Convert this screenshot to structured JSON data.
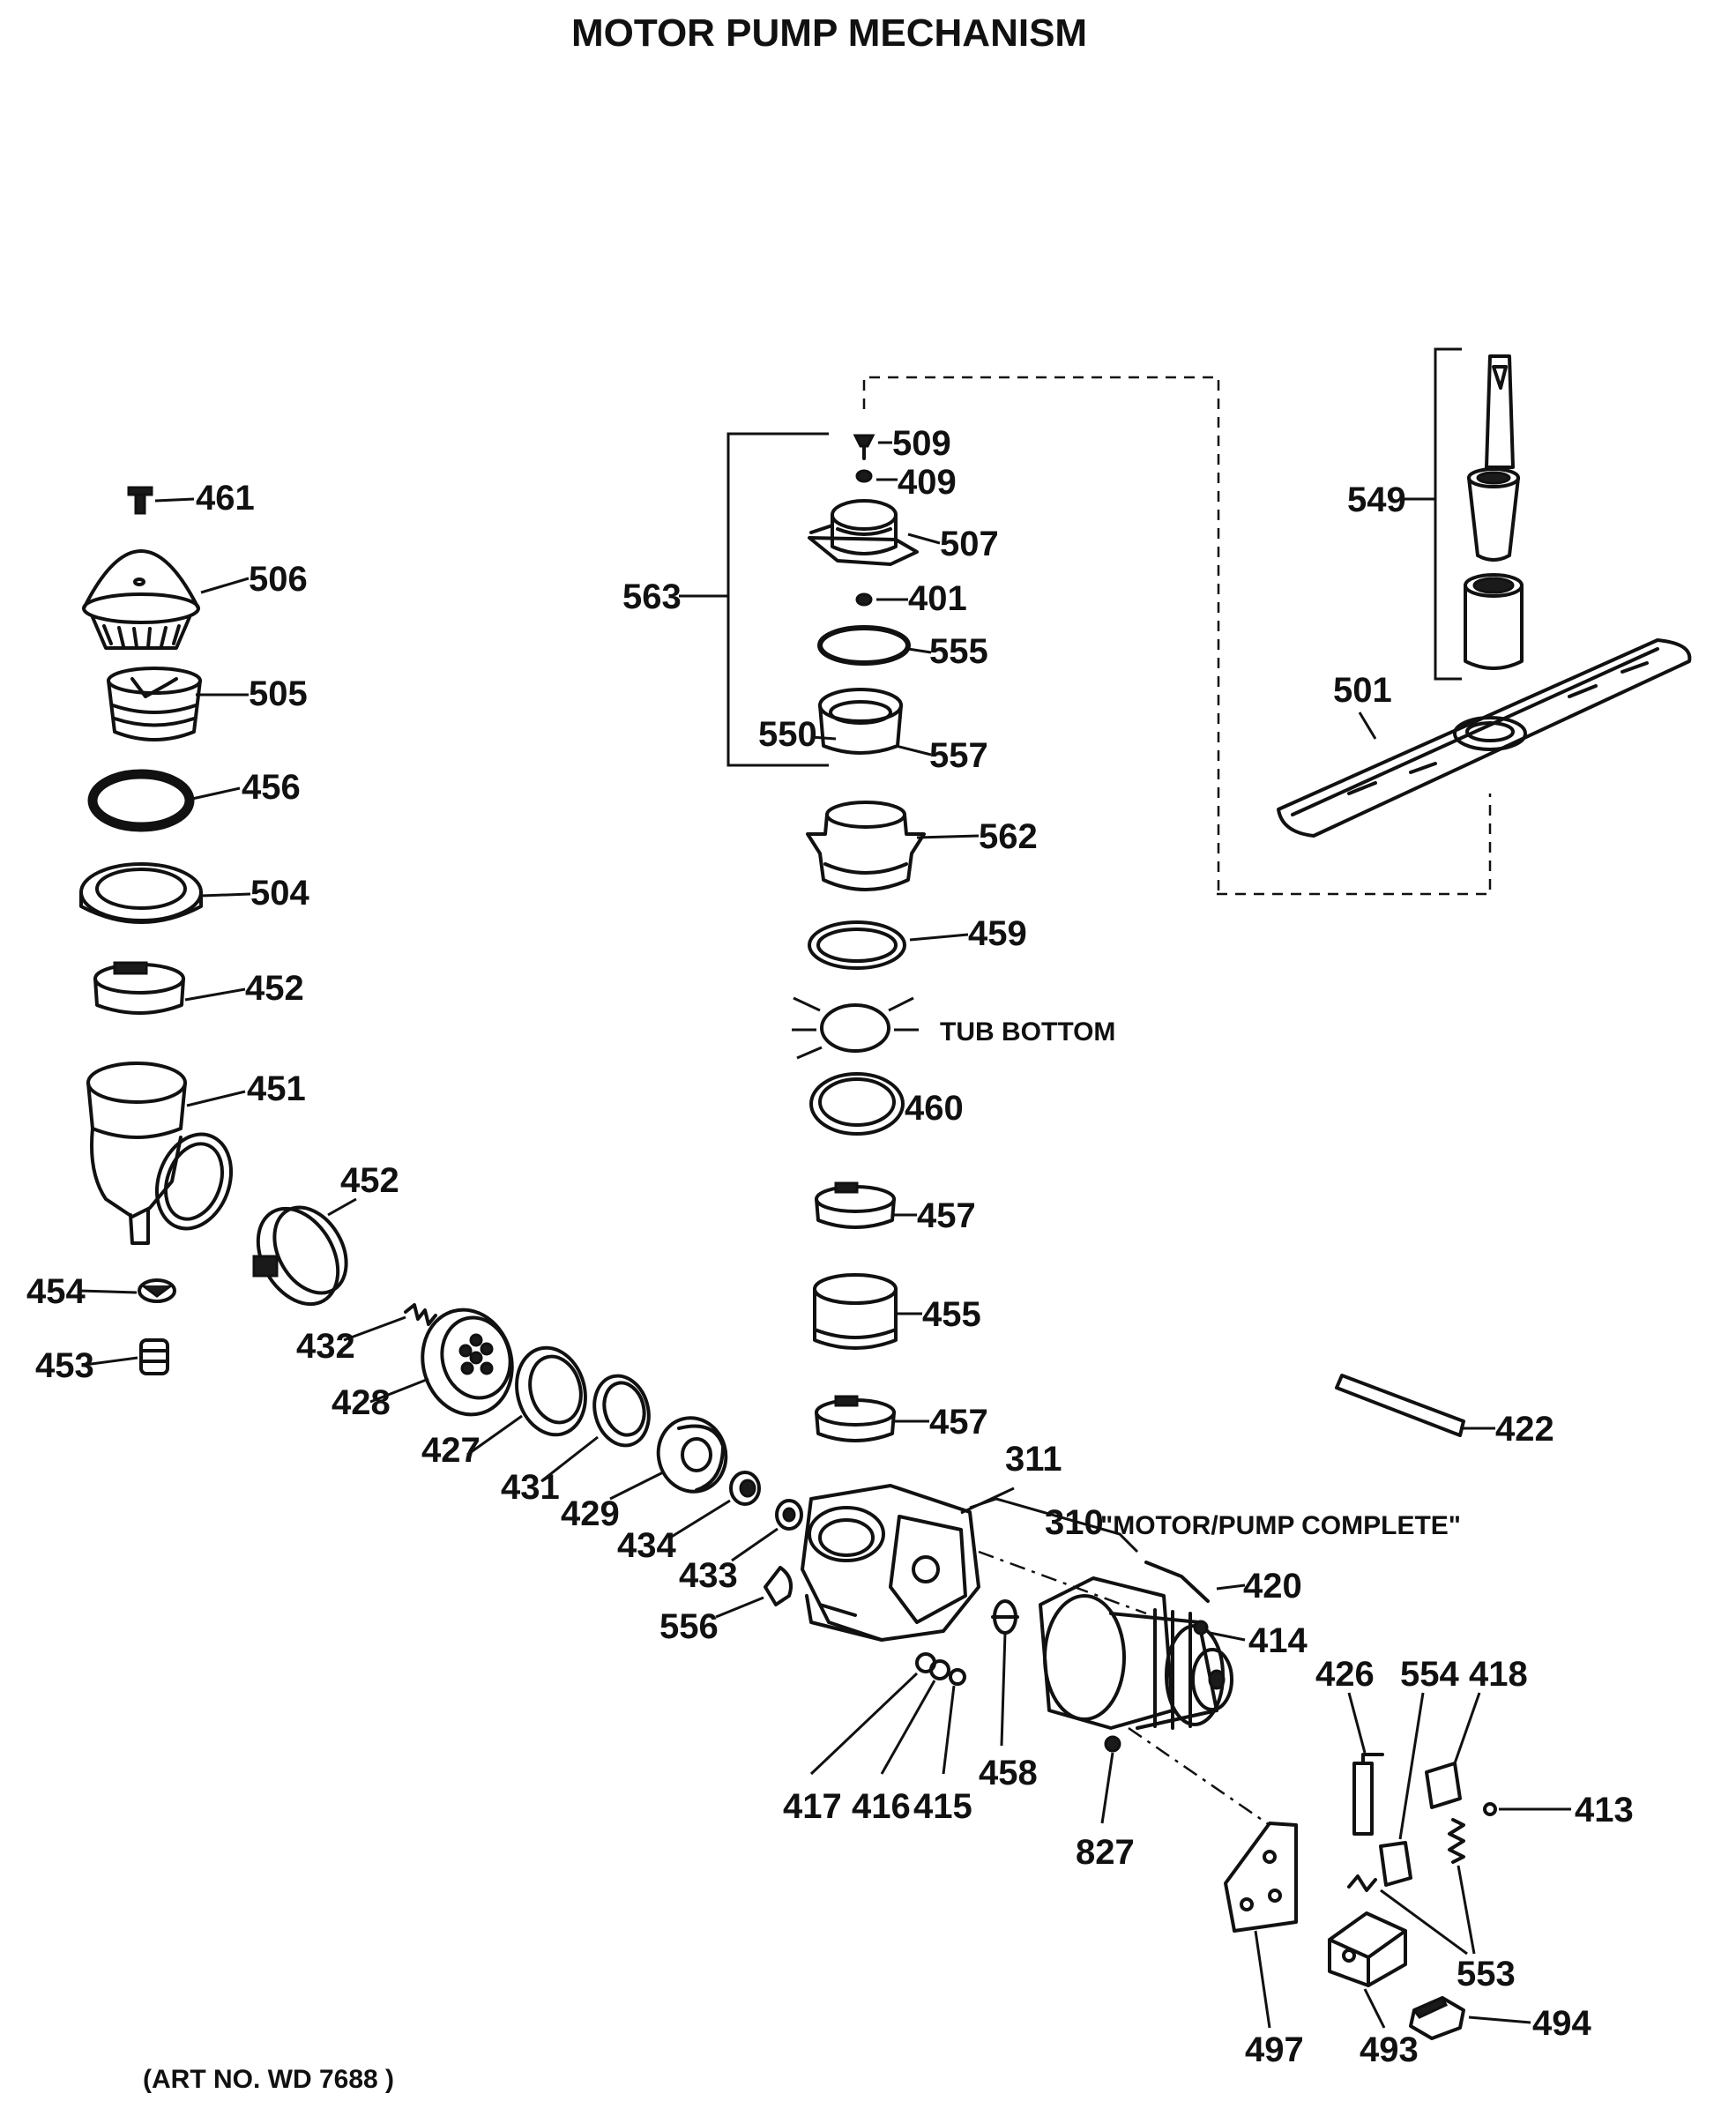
{
  "title": "MOTOR PUMP MECHANISM",
  "art_number": "(ART NO. WD 7688 )",
  "tub_bottom_label": "TUB BOTTOM",
  "motor_pump_complete_label": "\"MOTOR/PUMP COMPLETE\"",
  "callouts": {
    "p311": "311",
    "p310": "310",
    "p401": "401",
    "p409": "409",
    "p413": "413",
    "p414": "414",
    "p415": "415",
    "p416": "416",
    "p417": "417",
    "p418": "418",
    "p420": "420",
    "p422": "422",
    "p426": "426",
    "p427": "427",
    "p428": "428",
    "p429": "429",
    "p431": "431",
    "p432": "432",
    "p433": "433",
    "p434": "434",
    "p451": "451",
    "p452a": "452",
    "p452b": "452",
    "p453": "453",
    "p454": "454",
    "p455": "455",
    "p456": "456",
    "p457a": "457",
    "p457b": "457",
    "p458": "458",
    "p459": "459",
    "p460": "460",
    "p461": "461",
    "p493": "493",
    "p494": "494",
    "p497": "497",
    "p501": "501",
    "p504": "504",
    "p505": "505",
    "p506": "506",
    "p507": "507",
    "p509": "509",
    "p549": "549",
    "p550": "550",
    "p553": "553",
    "p554": "554",
    "p555": "555",
    "p556": "556",
    "p557": "557",
    "p562": "562",
    "p563": "563",
    "p827": "827"
  }
}
